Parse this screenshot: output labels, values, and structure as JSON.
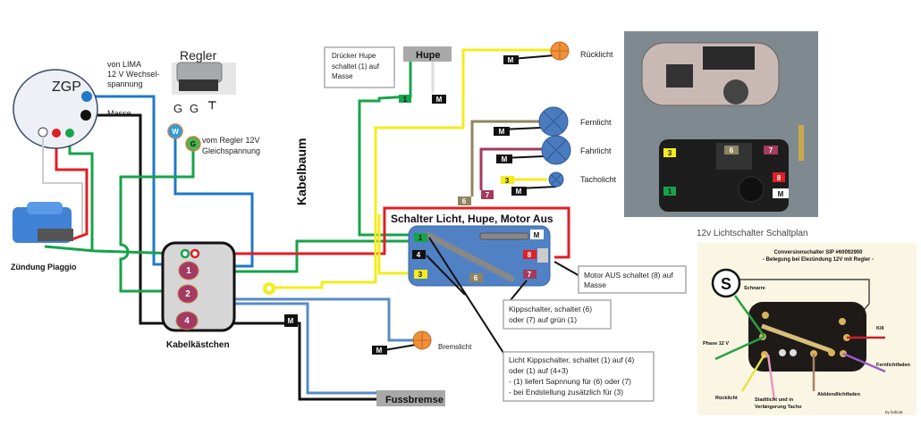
{
  "colors": {
    "blue": "#1f78c8",
    "black": "#111111",
    "red": "#e01f26",
    "green": "#16a34a",
    "yellow": "#f5ec1d",
    "olive": "#8e8660",
    "maroon": "#a43a5c",
    "switch_box": "#4f81c4",
    "lamp_blue": "#4a7bbf",
    "lamp_orange": "#f0913a",
    "grey_box": "#a9a9a9"
  },
  "zgp": {
    "title": "ZGP",
    "lima_note": [
      "von LIMA",
      "12 V Wechsel-",
      "spannung"
    ],
    "masse": "Masse"
  },
  "regler": {
    "title": "Regler",
    "terminals": [
      "G",
      "G"
    ],
    "ground_symbol": "ground-icon",
    "w_badge": "W",
    "g_badge": "G",
    "note": [
      "vom Regler 12V",
      "Gleichspannung"
    ]
  },
  "kabelbaum": "Kabelbaum",
  "zuendung": "Zündung Piaggio",
  "kabelkaestchen": {
    "title": "Kabelkästchen",
    "terminals": [
      "1",
      "2",
      "4"
    ]
  },
  "hupe": {
    "title": "Hupe",
    "note": [
      "Drücker Hupe",
      "schaltet (1) auf",
      "Masse"
    ],
    "term": "1",
    "masse": "M"
  },
  "lamps": {
    "ruecklicht": "Rücklicht",
    "fernlicht": "Fernlicht",
    "fahrlicht": "Fahrlicht",
    "tacholicht": "Tacholicht",
    "bremslicht": "Bremslicht",
    "m": "M",
    "tacho_term": "3",
    "term6": "6",
    "term7": "7"
  },
  "fussbremse": "Fussbremse",
  "switch": {
    "title": "Schalter Licht, Hupe, Motor Aus",
    "terminals": {
      "t1": "1",
      "t4": "4",
      "t3": "3",
      "t6": "6",
      "t7": "7",
      "t8": "8",
      "m": "M"
    }
  },
  "callouts": {
    "motor_aus": [
      "Motor AUS schaltet (8) auf",
      "Masse"
    ],
    "kipp": [
      "Kippschalter, schaltet (6)",
      "oder (7) auf grün (1)"
    ],
    "licht": [
      "Licht Kippschalter, schaltet (1) auf (4)",
      "oder (1) auf (4+3)",
      "- (1) liefert Sapnnung für (6) oder (7)",
      "- bei Endstellung zusätzlich für (3)"
    ]
  },
  "photo": {
    "labels": [
      "3",
      "6",
      "7",
      "8",
      "1",
      "M"
    ]
  },
  "schaltplan": {
    "title": "12v Lichtschalter Schaltplan",
    "heading": "Conversionschalter SIP #60092900",
    "subheading": "- Belegung bei Elezündung 12V mit Regler -",
    "s": "S",
    "labels": {
      "schnarre": "Schnarre",
      "phase": "Phase 12 V",
      "kill": "Kill",
      "fernlicht": "Fernlichtfaden",
      "abblend": "Abblendlichtfaden",
      "stadt": [
        "Stadtlicht und in",
        "Verlängerung Tacho"
      ],
      "rueck": "Rücklicht",
      "credit": "by bobcat"
    }
  }
}
